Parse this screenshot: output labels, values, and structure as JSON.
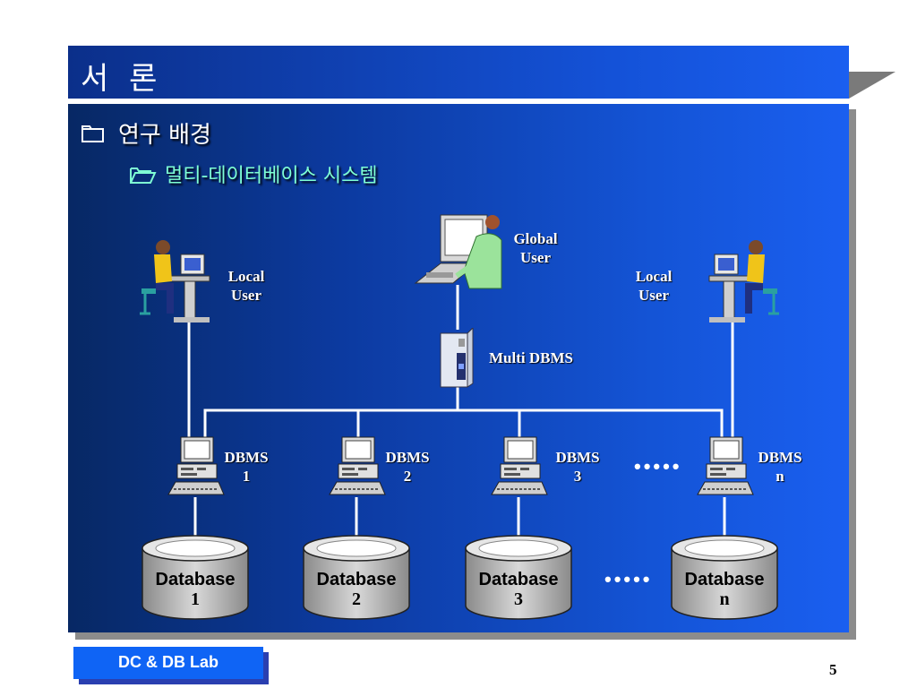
{
  "slide": {
    "title": "서 론",
    "heading": "연구 배경",
    "subheading": "멀티-데이터베이스 시스템",
    "page_number": "5",
    "footer": "DC & DB Lab"
  },
  "icons": {
    "heading_bullet": "folder-icon",
    "subheading_bullet": "open-folder-icon"
  },
  "diagram": {
    "global_user": [
      "Global",
      "User"
    ],
    "local_user_left": [
      "Local",
      "User"
    ],
    "local_user_right": [
      "Local",
      "User"
    ],
    "multi_dbms": "Multi DBMS",
    "dbms": [
      {
        "name": "DBMS",
        "num": "1"
      },
      {
        "name": "DBMS",
        "num": "2"
      },
      {
        "name": "DBMS",
        "num": "3"
      },
      {
        "name": "DBMS",
        "num": "n"
      }
    ],
    "databases": [
      {
        "name": "Database",
        "num": "1"
      },
      {
        "name": "Database",
        "num": "2"
      },
      {
        "name": "Database",
        "num": "3"
      },
      {
        "name": "Database",
        "num": "n"
      }
    ],
    "ellipsis": "•••••"
  },
  "colors": {
    "panel": "#1452d8",
    "subheading_text": "#7fffd4",
    "footer_box": "#0f64f5"
  }
}
